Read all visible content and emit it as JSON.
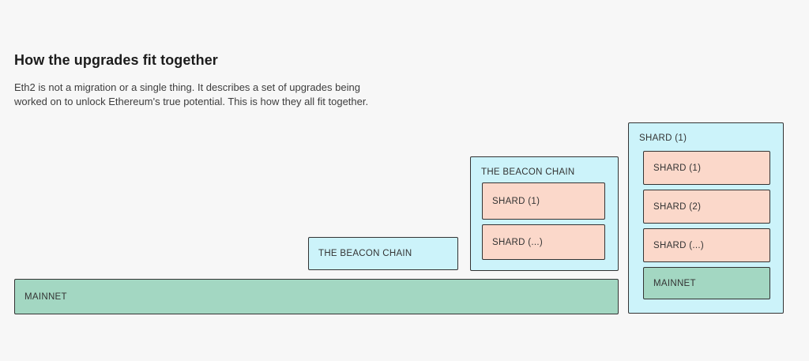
{
  "page": {
    "title": "How the upgrades fit together",
    "description": "Eth2 is not a migration or a single thing. It describes a set of upgrades being worked on to unlock Ethereum's true potential. This is how they all fit together."
  },
  "colors": {
    "background": "#f7f7f7",
    "mainnet_green": "#a3d7c2",
    "beacon_blue": "#ccf3fa",
    "shard_peach": "#fbd8ca",
    "border": "#333333"
  },
  "diagram": {
    "mainnet_bar": {
      "label": "MAINNET"
    },
    "beacon_small": {
      "label": "THE BEACON CHAIN"
    },
    "beacon_large": {
      "label": "THE BEACON CHAIN",
      "shards": [
        "SHARD (1)",
        "SHARD (...)"
      ]
    },
    "shard_column": {
      "label": "SHARD (1)",
      "shards": [
        "SHARD (1)",
        "SHARD (2)",
        "SHARD (...)"
      ],
      "mainnet_label": "MAINNET"
    }
  }
}
